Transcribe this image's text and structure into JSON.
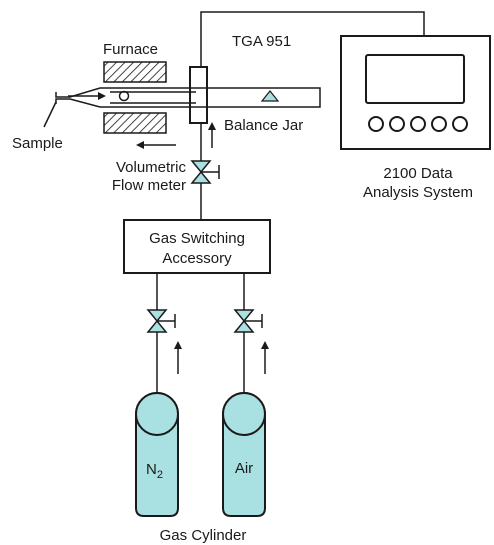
{
  "labels": {
    "furnace": "Furnace",
    "tga": "TGA 951",
    "sample": "Sample",
    "balance_jar": "Balance Jar",
    "flow_meter_line1": "Volumetric",
    "flow_meter_line2": "Flow meter",
    "data_system_line1": "2100 Data",
    "data_system_line2": "Analysis System",
    "switch_line1": "Gas Switching",
    "switch_line2": "Accessory",
    "n2_symbol": "N",
    "n2_subscript": "2",
    "air": "Air",
    "gas_cylinder": "Gas Cylinder"
  },
  "colors": {
    "line": "#1a1a1a",
    "cylinder_fill": "#a9e0e2",
    "furnace_hatch": "#1a1a1a",
    "background": "#ffffff"
  },
  "icons": {
    "valve": "valve-icon",
    "flow_arrow": "arrow-icon",
    "balance": "triangle-icon"
  }
}
